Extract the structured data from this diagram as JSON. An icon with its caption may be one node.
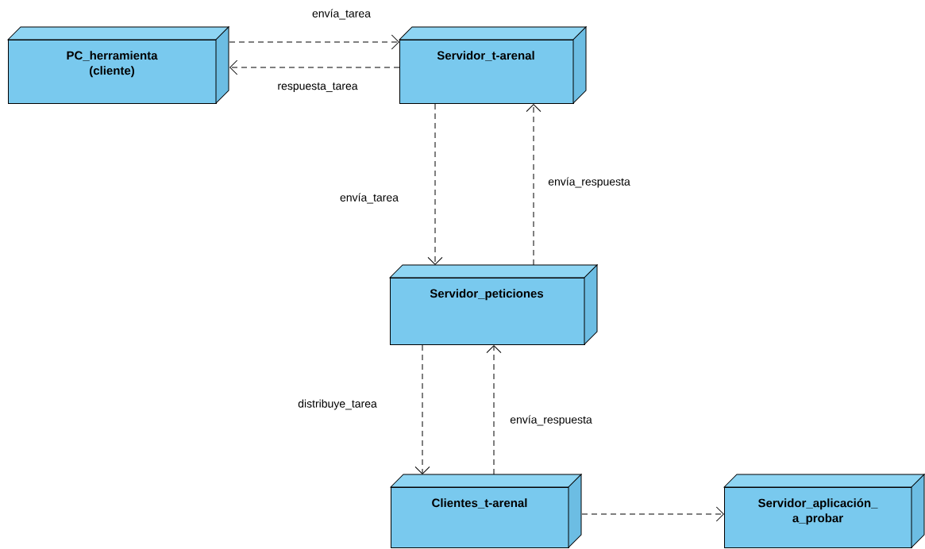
{
  "diagram": {
    "nodes": [
      {
        "text": [
          "PC_herramienta (cliente)"
        ]
      },
      {
        "text": [
          "Servidor_t-arenal"
        ]
      },
      {
        "text": [
          "Servidor_peticiones"
        ]
      },
      {
        "text": [
          "Clientes_t-arenal"
        ]
      },
      {
        "text": [
          "Servidor_aplicación_ a_probar"
        ]
      }
    ],
    "edges": [
      {
        "from": 0,
        "to": 1,
        "arrow": "to",
        "style": "dashed",
        "label": "envía_tarea"
      },
      {
        "from": 1,
        "to": 0,
        "arrow": "to",
        "style": "dashed",
        "label": "respuesta_tarea"
      },
      {
        "from": 1,
        "to": 2,
        "arrow": "to",
        "style": "dashed",
        "label": "envía_tarea"
      },
      {
        "from": 2,
        "to": 1,
        "arrow": "to",
        "style": "dashed",
        "label": "envía_respuesta"
      },
      {
        "from": 2,
        "to": 3,
        "arrow": "to",
        "style": "dashed",
        "label": "distribuye_tarea"
      },
      {
        "from": 3,
        "to": 2,
        "arrow": "to",
        "style": "dashed",
        "label": "envía_respuesta"
      },
      {
        "from": 3,
        "to": 4,
        "arrow": "to",
        "style": "dashed"
      }
    ]
  }
}
